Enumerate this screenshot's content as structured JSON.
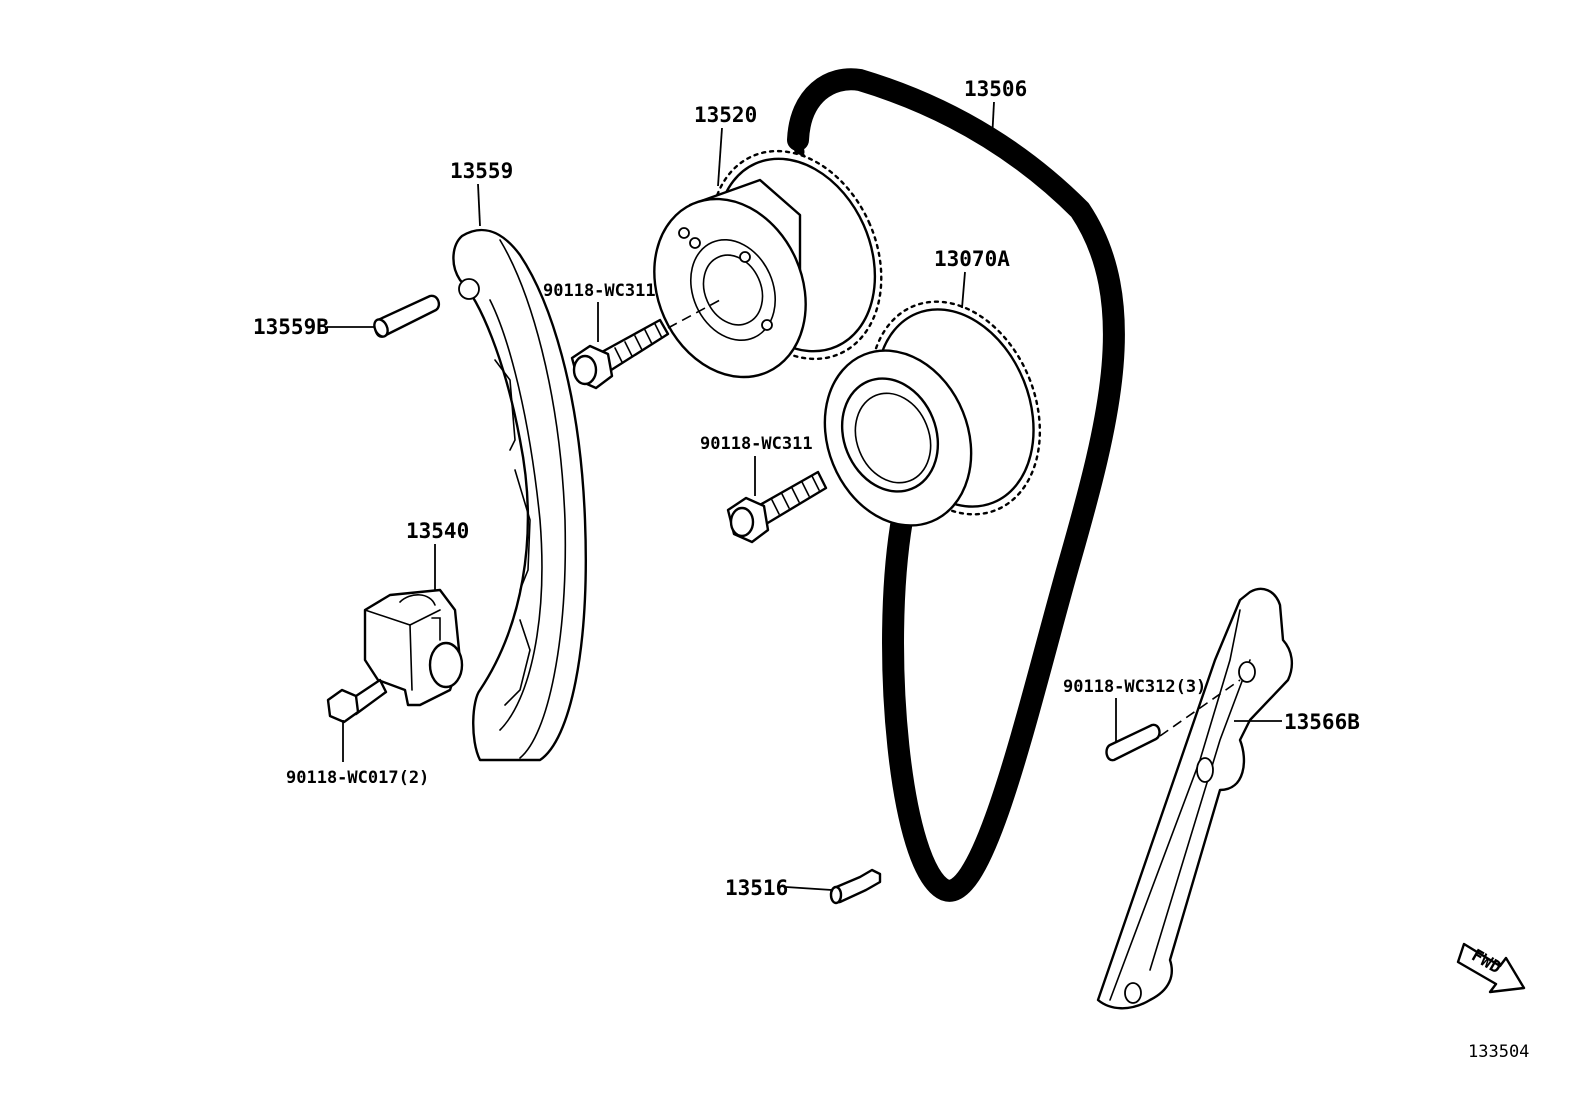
{
  "callouts": {
    "p13506": "13506",
    "p13520": "13520",
    "p13559": "13559",
    "p13070a": "13070A",
    "bolt_cam_upper": "90118-WC311",
    "p13559b": "13559B",
    "bolt_cam_lower": "90118-WC311",
    "p13540": "13540",
    "bolt_tensioner": "90118-WC017(2)",
    "bolt_guide": "90118-WC312(3)",
    "p13566b": "13566B",
    "p13516": "13516"
  },
  "fwd_marker": "FWD",
  "figure_number": "133504",
  "colors": {
    "line": "#000000",
    "background": "#ffffff"
  }
}
